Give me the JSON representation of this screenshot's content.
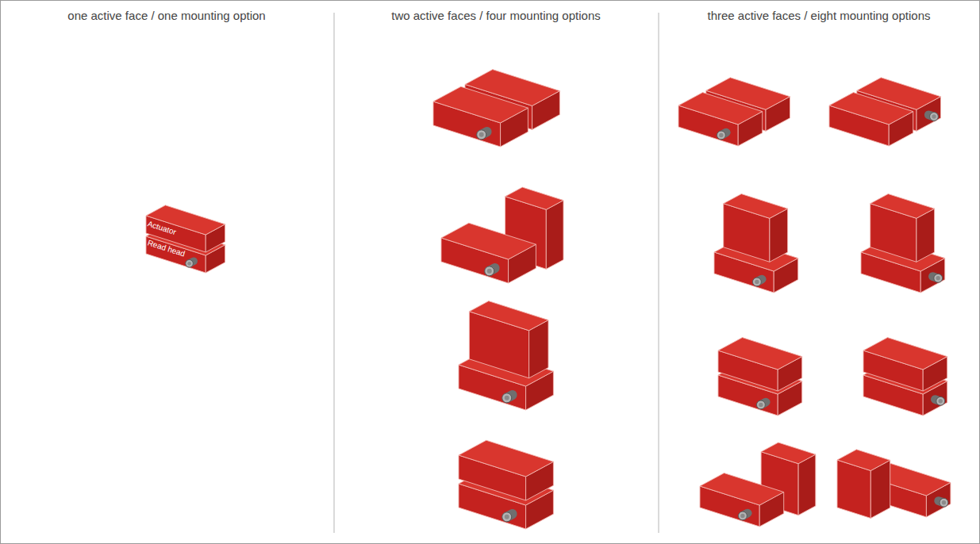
{
  "diagram": {
    "nodes": [
      {
        "text": [
          "Actuator"
        ]
      },
      {
        "text": [
          "Read head"
        ]
      }
    ],
    "labels": [
      "one active face / one mounting option",
      "two active faces / four mounting options",
      "three active faces / eight mounting options"
    ]
  }
}
